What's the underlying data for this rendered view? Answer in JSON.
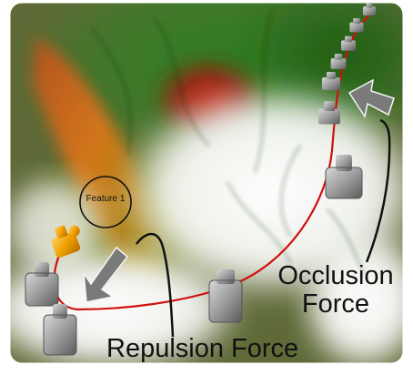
{
  "labels": {
    "feature": "Feature 1",
    "occlusion_force_line1": "Occlusion",
    "occlusion_force_line2": "Force",
    "repulsion_force": "Repulsion Force"
  },
  "colors": {
    "camera_path": "#d01010",
    "force_arrow": "#7a7a7a",
    "camera_body": "#9c9c9c",
    "highlighted_camera": "#f0a000",
    "volume_green": "#2e7d1f",
    "volume_red": "#b01a0c",
    "volume_orange": "#d9771a"
  }
}
